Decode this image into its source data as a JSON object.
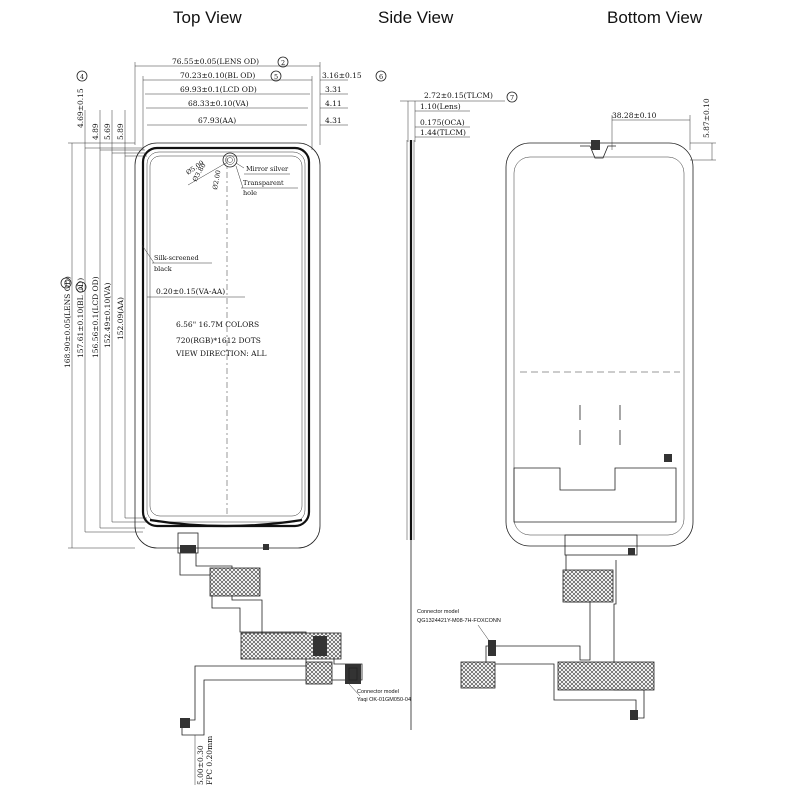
{
  "titles": {
    "top": "Top View",
    "side": "Side View",
    "bottom": "Bottom View"
  },
  "top_dims": {
    "lens_od_w": "76.55±0.05(LENS OD)",
    "bl_od_w": "70.23±0.10(BL OD)",
    "lcd_od_w": "69.93±0.1(LCD OD)",
    "va_w": "68.33±0.10(VA)",
    "aa_w": "67.93(AA)",
    "right_1": "3.16±0.15",
    "right_2": "3.31",
    "right_3": "4.11",
    "right_4": "4.31",
    "left_1": "4.69±0.15",
    "left_2": "4.89",
    "left_3": "5.69",
    "left_4": "5.89",
    "lens_od_h": "168.90±0.05(LENS OD)",
    "bl_od_h": "157.61±0.10(BL OD)",
    "lcd_od_h": "156.56±0.1(LCD OD)",
    "va_h": "152.49±0.10(VA)",
    "aa_h": "152.09(AA)",
    "hole_1": "Ø5.00",
    "hole_2": "Ø3.80",
    "hole_3": "Ø2.00",
    "va_aa_gap": "0.20±0.15(VA-AA)",
    "dim_fpc": "5.00±0.30",
    "fpc_thk": "FPC 0.20mm"
  },
  "circle_marks": [
    "1",
    "2",
    "3",
    "4",
    "5",
    "6",
    "7"
  ],
  "callouts": {
    "mirror": "Mirror silver",
    "transparent_1": "Transparent",
    "transparent_2": "hole",
    "silk_1": "Silk-screened",
    "silk_2": "black"
  },
  "specs": {
    "line1": "6.56\" 16.7M COLORS",
    "line2": "720(RGB)*1612 DOTS",
    "line3": "VIEW DIRECTION: ALL"
  },
  "side_dims": {
    "tlcm_total": "2.72±0.15(TLCM)",
    "lens": "1.10(Lens)",
    "oca": "0.175(OCA)",
    "tlcm": "1.44(TLCM)"
  },
  "bottom_dims": {
    "width": "38.28±0.10",
    "height": "5.87±0.10"
  },
  "connectors": {
    "bottom_label": "Connector model",
    "bottom_model": "QG1324421Y-M08-7H-FOXCONN",
    "top_label": "Connector model",
    "top_model": "Yaqi OK-01GM050-04"
  }
}
